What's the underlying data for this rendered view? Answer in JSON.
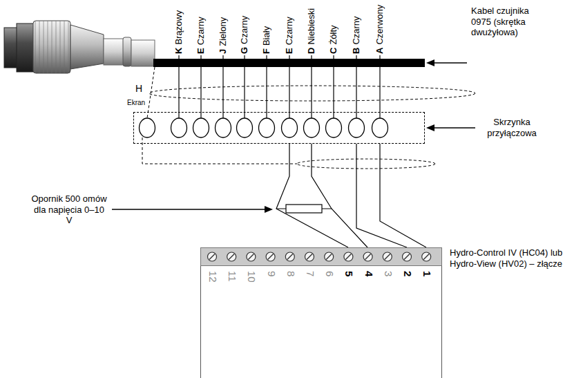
{
  "diagram": {
    "nodes": [
      {
        "text": [
          "Skrzynka przyłączowa"
        ]
      },
      {
        "text": [
          "Hydro-Control IV (HC04) lub Hydro-View (HV02) – złącze"
        ]
      }
    ],
    "edges": [
      {
        "from": 0,
        "to": 1,
        "arrow": "none"
      },
      {
        "from": 0,
        "to": 1,
        "arrow": "none"
      },
      {
        "from": 0,
        "to": 1,
        "arrow": "none"
      },
      {
        "from": 0,
        "to": 1,
        "arrow": "none"
      }
    ],
    "labels": [
      "K",
      "Brązowy",
      "E",
      "Czarny",
      "J",
      "Zielony",
      "G",
      "Czarny",
      "F",
      "Biały",
      "E",
      "Czarny",
      "D",
      "Niebieski",
      "C",
      "Żółty",
      "B",
      "Czarny",
      "A",
      "Czerwony",
      "Kabel czujnika 0975 (skrętka dwużyłowa)",
      "H",
      "Ekran",
      "Opornik 500 omów dla napięcia 0–10 V",
      "12",
      "11",
      "10",
      "9",
      "8",
      "7",
      "6",
      "5",
      "4",
      "3",
      "2",
      "1"
    ]
  }
}
